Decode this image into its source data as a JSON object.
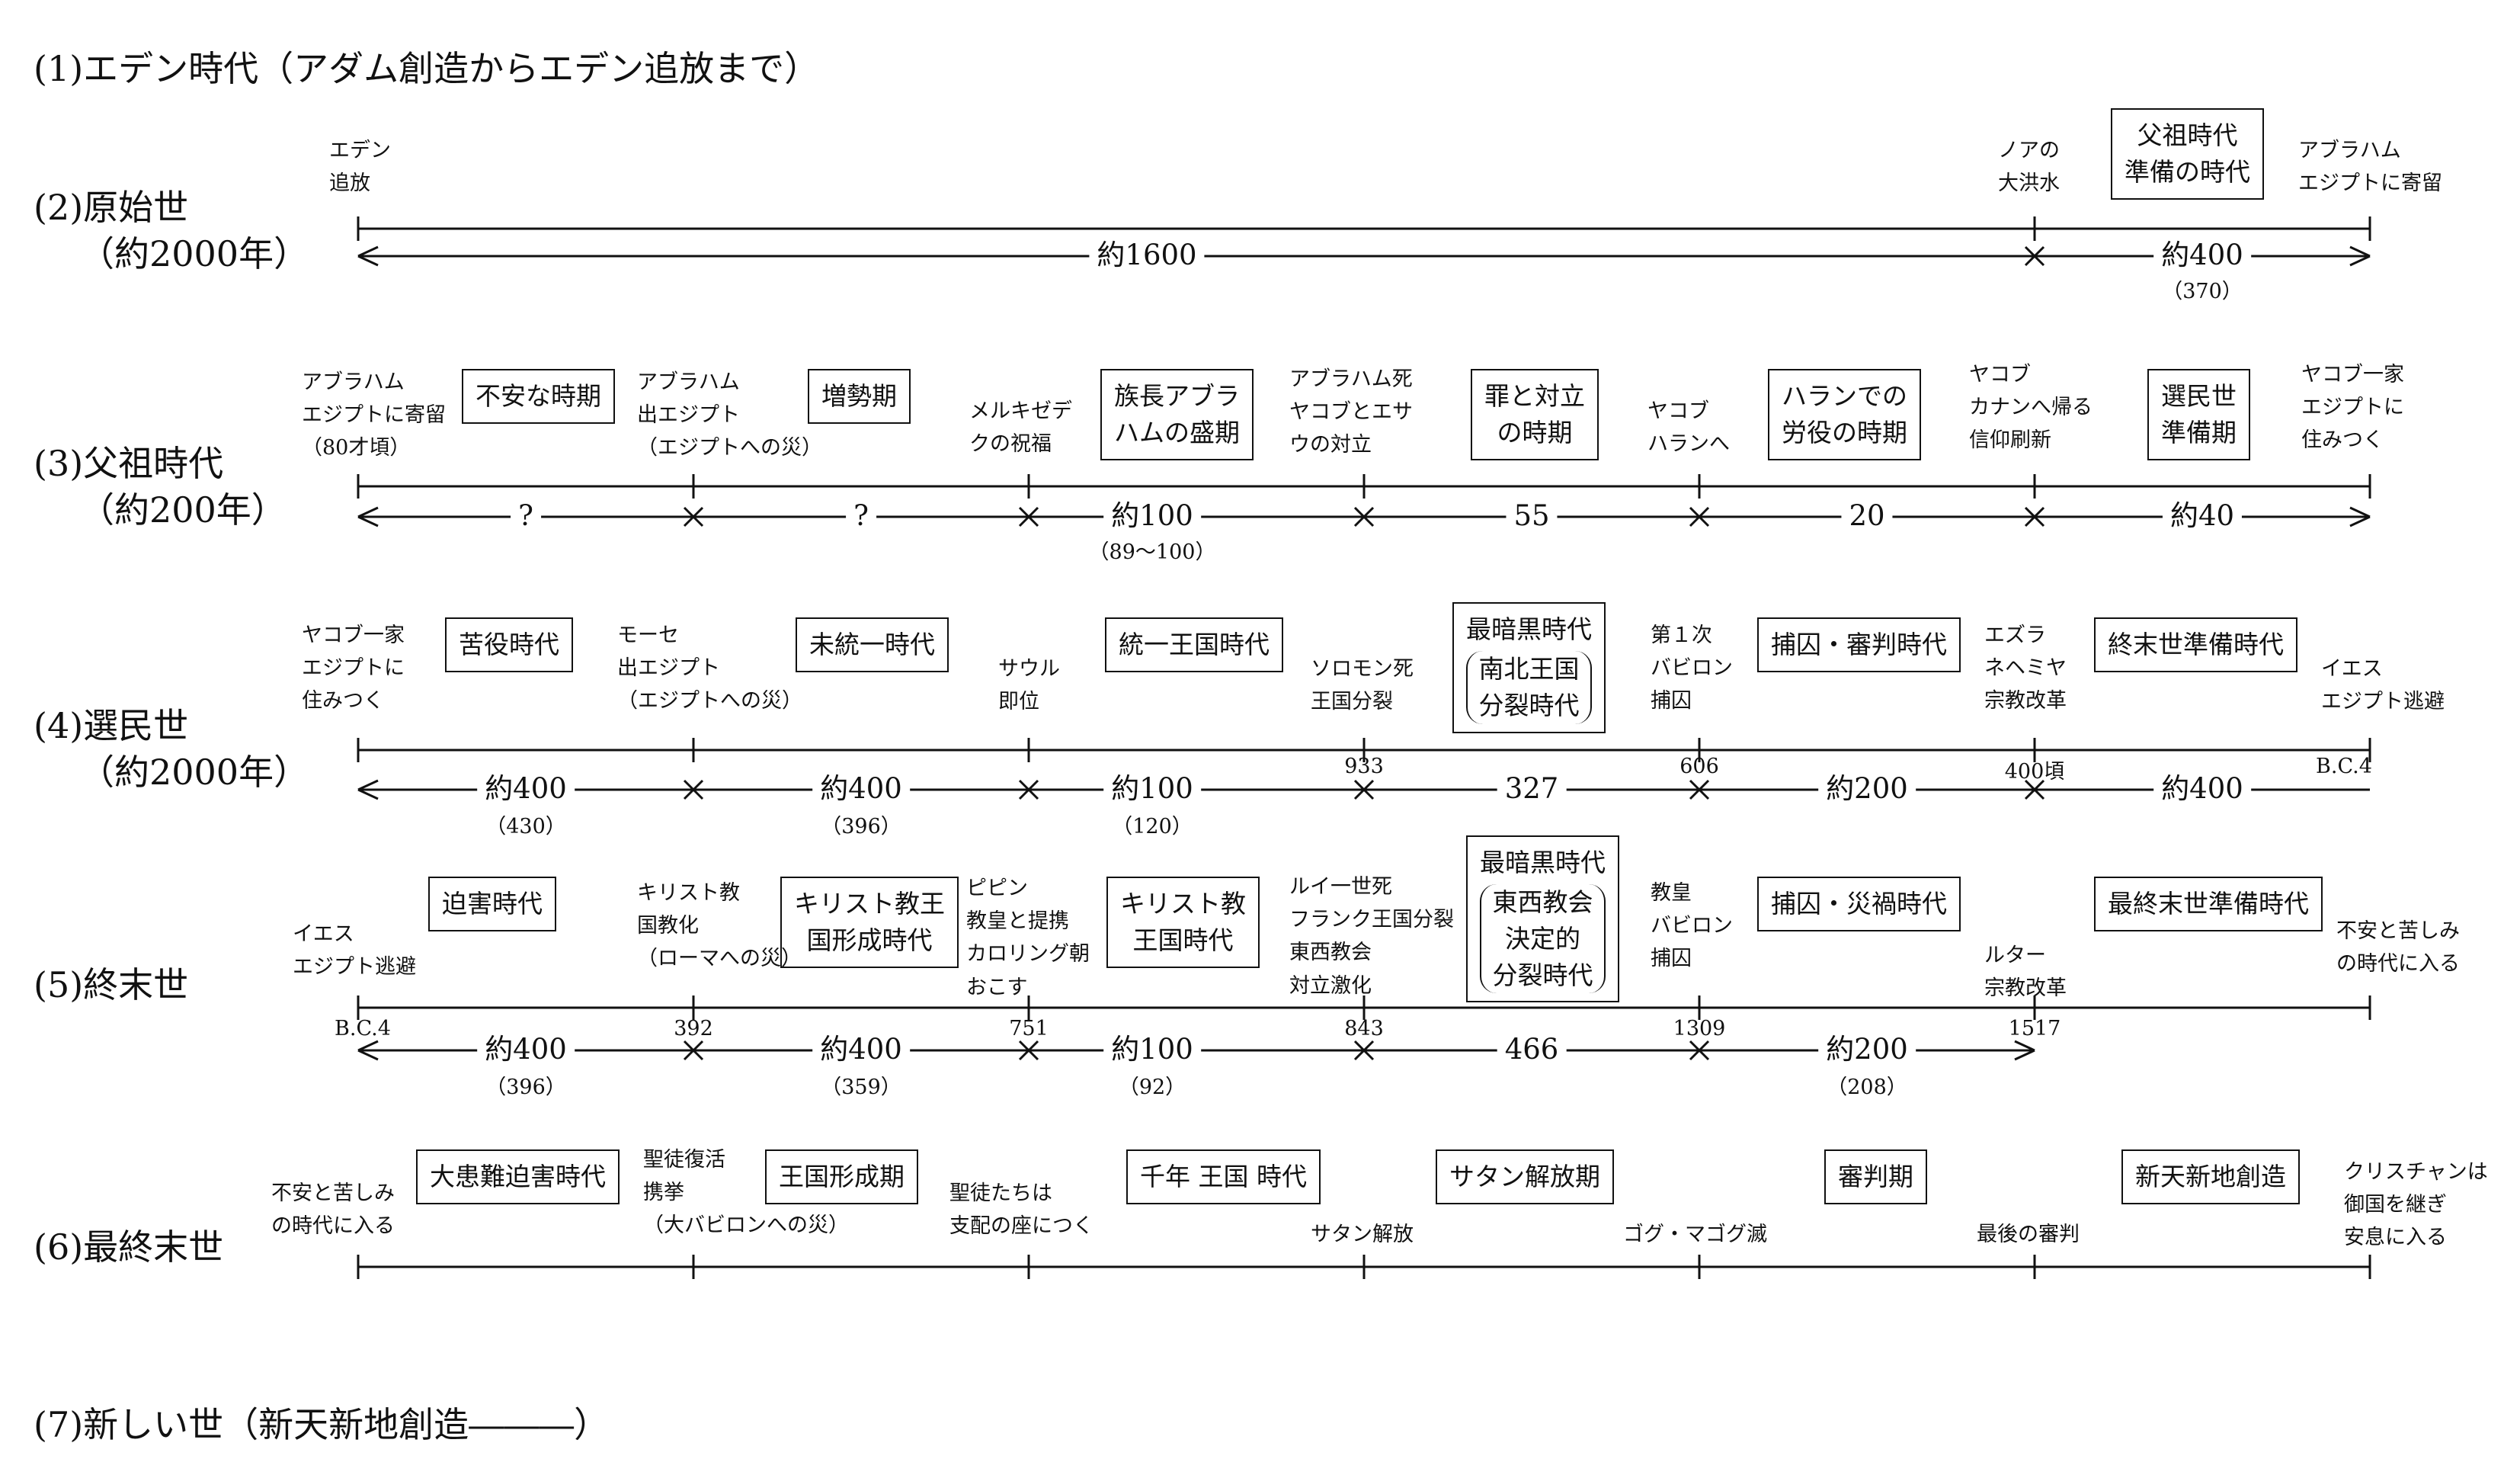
{
  "heading_top": "(1)エデン時代（アダム創造からエデン追放まで）",
  "heading_bottom": "(7)新しい世（新天新地創造―――）",
  "rows": [
    {
      "id": "genshi",
      "label": "(2)原始世",
      "years": "（約2000年）",
      "boxes": [
        {
          "lines": [
            "父祖時代",
            "準備の時代"
          ]
        }
      ],
      "notes": [
        {
          "lines": [
            "エデン",
            "追放"
          ]
        },
        {
          "lines": [
            "ノアの",
            "大洪水"
          ]
        },
        {
          "lines": [
            "アブラハム",
            "エジプトに寄留"
          ]
        }
      ],
      "spans": [
        {
          "value": "約1600",
          "sub": ""
        },
        {
          "value": "約400",
          "sub": "（370）"
        }
      ],
      "ticks": []
    },
    {
      "id": "fuso",
      "label": "(3)父祖時代",
      "years": "（約200年）",
      "boxes": [
        {
          "lines": [
            "不安な時期"
          ]
        },
        {
          "lines": [
            "増勢期"
          ]
        },
        {
          "lines": [
            "族長アブラ",
            "ハムの盛期"
          ]
        },
        {
          "lines": [
            "罪と対立",
            "の時期"
          ]
        },
        {
          "lines": [
            "ハランでの",
            "労役の時期"
          ]
        },
        {
          "lines": [
            "選民世",
            "準備期"
          ]
        }
      ],
      "notes": [
        {
          "lines": [
            "アブラハム",
            "エジプトに寄留",
            "（80才頃）"
          ]
        },
        {
          "lines": [
            "アブラハム",
            "出エジプト",
            "（エジプトへの災）"
          ]
        },
        {
          "lines": [
            "メルキゼデ",
            "クの祝福"
          ]
        },
        {
          "lines": [
            "アブラハム死",
            "ヤコブとエサ",
            "ウの対立"
          ]
        },
        {
          "lines": [
            "ヤコブ",
            "ハランへ"
          ]
        },
        {
          "lines": [
            "ヤコブ",
            "カナンへ帰る",
            "信仰刷新"
          ]
        },
        {
          "lines": [
            "ヤコブ一家",
            "エジプトに",
            "住みつく"
          ]
        }
      ],
      "spans": [
        {
          "value": "?",
          "sub": ""
        },
        {
          "value": "?",
          "sub": ""
        },
        {
          "value": "約100",
          "sub": "（89～100）"
        },
        {
          "value": "55",
          "sub": ""
        },
        {
          "value": "20",
          "sub": ""
        },
        {
          "value": "約40",
          "sub": ""
        }
      ],
      "ticks": []
    },
    {
      "id": "senmin",
      "label": "(4)選民世",
      "years": "（約2000年）",
      "boxes": [
        {
          "lines": [
            "苦役時代"
          ]
        },
        {
          "lines": [
            "未統一時代"
          ]
        },
        {
          "lines": [
            "統一王国時代"
          ]
        },
        {
          "lines": [
            "最暗黒時代"
          ],
          "inner": [
            "南北王国",
            "分裂時代"
          ]
        },
        {
          "lines": [
            "捕囚・審判時代"
          ]
        },
        {
          "lines": [
            "終末世準備時代"
          ]
        }
      ],
      "notes": [
        {
          "lines": [
            "ヤコブ一家",
            "エジプトに",
            "住みつく"
          ]
        },
        {
          "lines": [
            "モーセ",
            "出エジプト",
            "（エジプトへの災）"
          ]
        },
        {
          "lines": [
            "サウル",
            "即位"
          ]
        },
        {
          "lines": [
            "ソロモン死",
            "王国分裂"
          ]
        },
        {
          "lines": [
            "第１次",
            "バビロン",
            "捕囚"
          ]
        },
        {
          "lines": [
            "エズラ",
            "ネヘミヤ",
            "宗教改革"
          ]
        },
        {
          "lines": [
            "イエス",
            "エジプト逃避"
          ]
        }
      ],
      "spans": [
        {
          "value": "約400",
          "sub": "（430）"
        },
        {
          "value": "約400",
          "sub": "（396）"
        },
        {
          "value": "約100",
          "sub": "（120）"
        },
        {
          "value": "327",
          "sub": ""
        },
        {
          "value": "約200",
          "sub": ""
        },
        {
          "value": "約400",
          "sub": ""
        }
      ],
      "ticks": [
        "933",
        "606",
        "400頃",
        "B.C.4"
      ]
    },
    {
      "id": "shumatsu",
      "label": "(5)終末世",
      "years": "",
      "boxes": [
        {
          "lines": [
            "迫害時代"
          ]
        },
        {
          "lines": [
            "キリスト教王",
            "国形成時代"
          ]
        },
        {
          "lines": [
            "キリスト教",
            "王国時代"
          ]
        },
        {
          "lines": [
            "最暗黒時代"
          ],
          "inner": [
            "東西教会",
            "決定的",
            "分裂時代"
          ]
        },
        {
          "lines": [
            "捕囚・災禍時代"
          ]
        },
        {
          "lines": [
            "最終末世準備時代"
          ]
        }
      ],
      "notes": [
        {
          "lines": [
            "イエス",
            "エジプト逃避"
          ]
        },
        {
          "lines": [
            "キリスト教",
            "国教化",
            "（ローマへの災）"
          ]
        },
        {
          "lines": [
            "ピピン",
            "教皇と提携",
            "カロリング朝",
            "おこす"
          ]
        },
        {
          "lines": [
            "ルイ一世死",
            "フランク王国分裂",
            "東西教会",
            "対立激化"
          ]
        },
        {
          "lines": [
            "教皇",
            "バビロン",
            "捕囚"
          ]
        },
        {
          "lines": [
            "ルター",
            "宗教改革"
          ]
        },
        {
          "lines": [
            "不安と苦しみ",
            "の時代に入る"
          ]
        }
      ],
      "spans": [
        {
          "value": "約400",
          "sub": "（396）"
        },
        {
          "value": "約400",
          "sub": "（359）"
        },
        {
          "value": "約100",
          "sub": "（92）"
        },
        {
          "value": "466",
          "sub": ""
        },
        {
          "value": "約200",
          "sub": "（208）"
        }
      ],
      "ticks": [
        "B.C.4",
        "392",
        "751",
        "843",
        "1309",
        "1517"
      ]
    },
    {
      "id": "saishumatsu",
      "label": "(6)最終末世",
      "years": "",
      "boxes": [
        {
          "lines": [
            "大患難迫害時代"
          ]
        },
        {
          "lines": [
            "王国形成期"
          ]
        },
        {
          "lines": [
            "千年 王国 時代"
          ]
        },
        {
          "lines": [
            "サタン解放期"
          ]
        },
        {
          "lines": [
            "審判期"
          ]
        },
        {
          "lines": [
            "新天新地創造"
          ]
        }
      ],
      "notes": [
        {
          "lines": [
            "不安と苦しみ",
            "の時代に入る"
          ]
        },
        {
          "lines": [
            "聖徒復活",
            "携挙",
            "（大バビロンへの災）"
          ]
        },
        {
          "lines": [
            "聖徒たちは",
            "支配の座につく"
          ]
        },
        {
          "lines": [
            "サタン解放"
          ]
        },
        {
          "lines": [
            "ゴグ・マゴグ滅"
          ]
        },
        {
          "lines": [
            "最後の審判"
          ]
        },
        {
          "lines": [
            "クリスチャンは",
            "御国を継ぎ",
            "安息に入る"
          ]
        }
      ],
      "spans": [],
      "ticks": []
    }
  ]
}
